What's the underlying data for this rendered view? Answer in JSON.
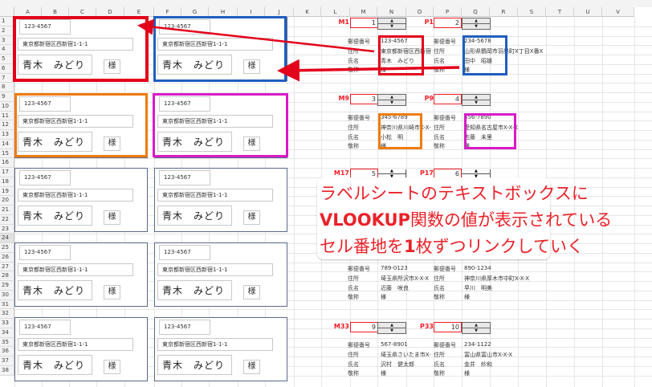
{
  "spreadsheet": {
    "columns": [
      "A",
      "B",
      "C",
      "D",
      "E",
      "F",
      "G",
      "H",
      "I",
      "J",
      "K",
      "L",
      "M",
      "N",
      "O",
      "P",
      "Q",
      "R",
      "S",
      "T",
      "U",
      "V"
    ],
    "rows": [
      "1",
      "2",
      "3",
      "4",
      "5",
      "6",
      "7",
      "8",
      "9",
      "10",
      "11",
      "12",
      "13",
      "14",
      "15",
      "16",
      "17",
      "18",
      "19",
      "20",
      "21",
      "22",
      "23",
      "24",
      "25",
      "26",
      "27",
      "28",
      "29",
      "30",
      "31",
      "32",
      "33",
      "34",
      "35",
      "36",
      "37",
      "38"
    ],
    "selected_row": "24"
  },
  "label_sheet": {
    "cards": [
      {
        "postal": "123-4567",
        "address": "東京都新宿区西新宿1-1-1",
        "name": "青木　みどり",
        "honorific": "様"
      },
      {
        "postal": "123-4567",
        "address": "東京都新宿区西新宿1-1-1",
        "name": "青木　みどり",
        "honorific": "様"
      },
      {
        "postal": "123-4567",
        "address": "東京都新宿区西新宿1-1-1",
        "name": "青木　みどり",
        "honorific": "様"
      },
      {
        "postal": "123-4567",
        "address": "東京都新宿区西新宿1-1-1",
        "name": "青木　みどり",
        "honorific": "様"
      },
      {
        "postal": "123-4567",
        "address": "東京都新宿区西新宿1-1-1",
        "name": "青木　みどり",
        "honorific": "様"
      },
      {
        "postal": "123-4567",
        "address": "東京都新宿区西新宿1-1-1",
        "name": "青木　みどり",
        "honorific": "様"
      },
      {
        "postal": "123-4567",
        "address": "東京都新宿区西新宿1-1-1",
        "name": "青木　みどり",
        "honorific": "様"
      },
      {
        "postal": "123-4567",
        "address": "東京都新宿区西新宿1-1-1",
        "name": "青木　みどり",
        "honorific": "様"
      },
      {
        "postal": "123-4567",
        "address": "東京都新宿区西新宿1-1-1",
        "name": "青木　みどり",
        "honorific": "様"
      },
      {
        "postal": "123-4567",
        "address": "東京都新宿区西新宿1-1-1",
        "name": "青木　みどり",
        "honorific": "様"
      }
    ]
  },
  "lookup": {
    "field_labels": {
      "postal": "郵便番号",
      "address": "住所",
      "name": "氏名",
      "honorific": "敬称"
    },
    "blocks": [
      {
        "ref_label": "M1",
        "ref_value": "1",
        "postal": "123-4567",
        "address": "東京都新宿区西新宿",
        "name": "青木　みどり",
        "honorific": "様"
      },
      {
        "ref_label": "P1",
        "ref_value": "2",
        "postal": "234-5678",
        "address": "山形県鶴岡市羽黒町X丁目X番X",
        "name": "田中　昭雄",
        "honorific": "様"
      },
      {
        "ref_label": "M9",
        "ref_value": "3",
        "postal": "345-6789",
        "address": "神奈川県川崎市X-X-",
        "name": "小松　明",
        "honorific": "様"
      },
      {
        "ref_label": "P9",
        "ref_value": "4",
        "postal": "456-7890",
        "address": "愛知県名古屋市X-X-X",
        "name": "佐藤　未里",
        "honorific": "様"
      },
      {
        "ref_label": "M17",
        "ref_value": "5"
      },
      {
        "ref_label": "P17",
        "ref_value": "6"
      },
      {
        "postal": "789-0123",
        "address": "埼玉県所沢市X-X-X",
        "name": "近藤　咲良",
        "honorific": "様"
      },
      {
        "postal": "890-1234",
        "address": "神奈川県厚木市中町X-X-X",
        "name": "早川　明美",
        "honorific": "様"
      },
      {
        "ref_label": "M33",
        "ref_value": "9",
        "postal": "567-8901",
        "address": "埼玉県さいたま市X-",
        "name": "沢村　健太郎",
        "honorific": "様"
      },
      {
        "ref_label": "P33",
        "ref_value": "10",
        "postal": "234-1122",
        "address": "富山県富山市X-X-X",
        "name": "金井　紗和",
        "honorific": "様"
      }
    ]
  },
  "callout": {
    "line1": "ラベルシートのテキストボックスに",
    "line2_bold": "VLOOKUP",
    "line2_rest": "関数の値が表示されている",
    "line3_pre": "セル番地を",
    "line3_bold": "1",
    "line3_rest": "枚ずつリンクしていく"
  },
  "colors": {
    "highlight_red": "#e3001b",
    "highlight_blue": "#1f5fbf",
    "highlight_orange": "#f07b0c",
    "highlight_magenta": "#d81bc8",
    "callout_text": "#ea2128",
    "card_border": "#5a6a8a"
  }
}
